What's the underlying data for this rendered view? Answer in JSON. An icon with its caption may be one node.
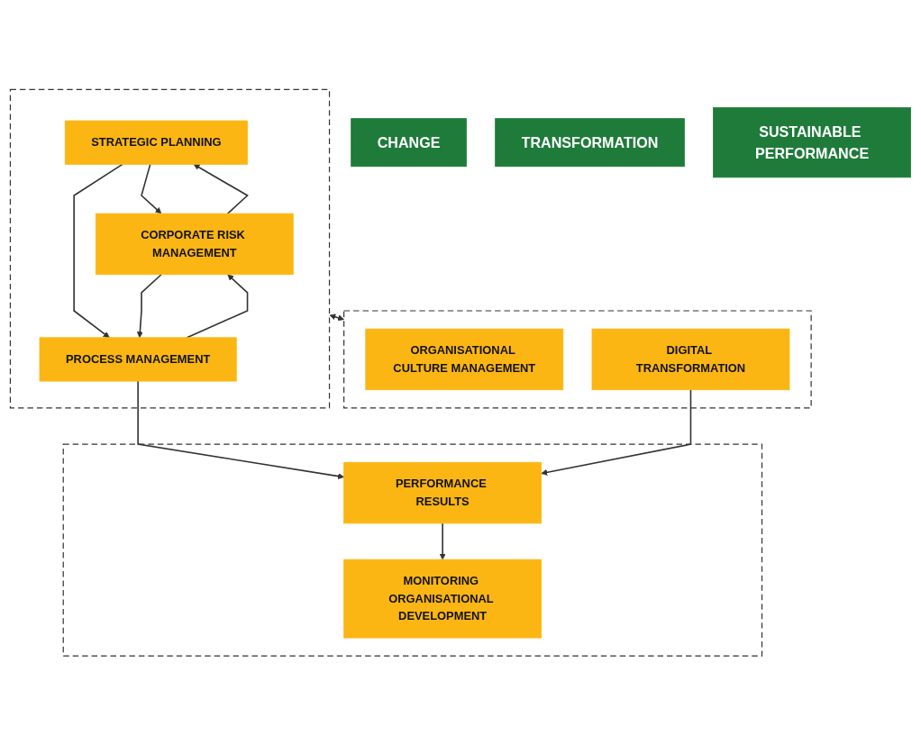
{
  "diagram": {
    "nodes": [
      {
        "text": [
          "CHANGE"
        ]
      },
      {
        "text": [],
        "shape": "box"
      },
      {
        "text": [
          "STRATEGIC PLANNING"
        ],
        "in": 1
      },
      {
        "text": [
          "CORPORATE RISK MANAGEMENT"
        ],
        "in": 1
      },
      {
        "text": [
          "PROCESS MANAGEMENT"
        ],
        "in": 1
      },
      {
        "text": [],
        "shape": "box"
      },
      {
        "text": [
          "ORGANISATIONAL CULTURE MANAGEMENT"
        ],
        "in": 5
      },
      {
        "text": [
          "DIGITAL TRANSFORMATION"
        ],
        "in": 5
      },
      {
        "text": [
          "TRANSFORMATION"
        ]
      },
      {
        "text": [],
        "shape": "box"
      },
      {
        "text": [
          "PERFORMANCE RESULTS"
        ],
        "in": 9
      },
      {
        "text": [
          "MONITORING ORGANISATIONAL DEVELOPMENT"
        ],
        "in": 9
      },
      {
        "text": [
          "SUSTAINABLE PERFORMANCE"
        ]
      }
    ],
    "edges": [
      {
        "from": 2,
        "to": 3,
        "arrow": "to"
      },
      {
        "from": 3,
        "to": 2,
        "arrow": "to"
      },
      {
        "from": 2,
        "to": 4,
        "arrow": "to"
      },
      {
        "from": 4,
        "to": 3,
        "arrow": "to"
      },
      {
        "from": 3,
        "to": 4,
        "arrow": "to"
      },
      {
        "from": 1,
        "to": 5,
        "arrow": "both"
      },
      {
        "from": 4,
        "to": 10,
        "arrow": "to"
      },
      {
        "from": 7,
        "to": 10,
        "arrow": "to"
      },
      {
        "from": 10,
        "to": 11,
        "arrow": "to"
      }
    ]
  }
}
